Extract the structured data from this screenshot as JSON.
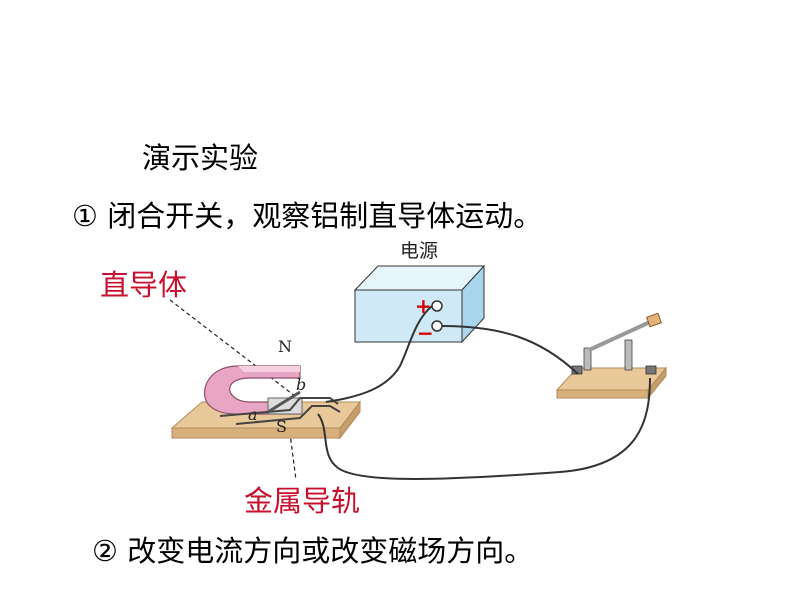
{
  "title": "演示实验",
  "step1": {
    "marker": "①",
    "text": " 闭合开关，观察铝制直导体运动。"
  },
  "step2": {
    "marker": "②",
    "text": " 改变电流方向或改变磁场方向。"
  },
  "diagram": {
    "power_supply_label": "电源",
    "plus_sign": "+",
    "minus_sign": "−",
    "magnet_north": "N",
    "magnet_south": "S",
    "point_a": "a",
    "point_b": "b",
    "conductor_label": "直导体",
    "rail_label": "金属导轨",
    "colors": {
      "label_red": "#c8102e",
      "power_box": "#cfe9f6",
      "magnet_pink": "#e8a6c4",
      "wood_base": "#e9c99a"
    }
  }
}
